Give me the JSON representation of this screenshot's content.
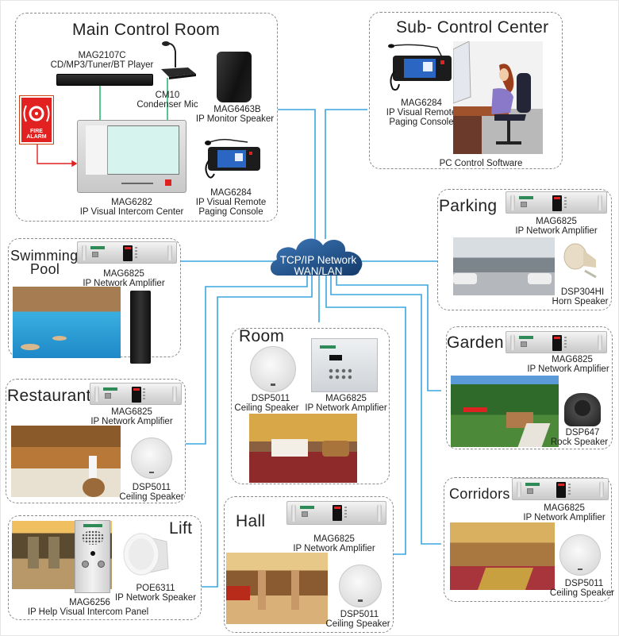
{
  "network": {
    "line1": "TCP/IP Network",
    "line2": "WAN/LAN",
    "cloud_color": "#1e4a80",
    "wire_color": "#3aa7e0",
    "green_wire_color": "#2eb872",
    "red_wire_color": "#e02020"
  },
  "zones": {
    "main": {
      "title": "Main Control Room",
      "player": {
        "model": "MAG2107C",
        "desc": "CD/MP3/Tuner/BT Player"
      },
      "mic": {
        "model": "CM10",
        "desc": "Condenser Mic"
      },
      "monitor": {
        "model": "MAG6463B",
        "desc": "IP Monitor Speaker"
      },
      "fire": {
        "line1": "FIRE",
        "line2": "ALARM"
      },
      "center": {
        "model": "MAG6282",
        "desc": "IP Visual Intercom Center"
      },
      "console": {
        "model": "MAG6284",
        "desc1": "IP Visual Remote",
        "desc2": "Paging Console"
      }
    },
    "sub": {
      "title": "Sub- Control Center",
      "console": {
        "model": "MAG6284",
        "desc1": "IP Visual Remote",
        "desc2": "Paging Console"
      },
      "software": "PC Control Software"
    },
    "parking": {
      "title": "Parking",
      "amp": {
        "model": "MAG6825",
        "desc": "IP Network Amplifier"
      },
      "speaker": {
        "model": "DSP304HI",
        "desc": "Horn Speaker"
      }
    },
    "pool": {
      "title1": "Swimming",
      "title2": "Pool",
      "amp": {
        "model": "MAG6825",
        "desc": "IP Network Amplifier"
      }
    },
    "room": {
      "title": "Room",
      "speaker": {
        "model": "DSP5011",
        "desc": "Ceiling Speaker"
      },
      "amp": {
        "model": "MAG6825",
        "desc": "IP Network Amplifier"
      }
    },
    "restaurant": {
      "title": "Restaurant",
      "amp": {
        "model": "MAG6825",
        "desc": "IP Network Amplifier"
      },
      "speaker": {
        "model": "DSP5011",
        "desc": "Ceiling Speaker"
      }
    },
    "garden": {
      "title": "Garden",
      "amp": {
        "model": "MAG6825",
        "desc": "IP Network Amplifier"
      },
      "speaker": {
        "model": "DSP647",
        "desc": "Rock  Speaker"
      }
    },
    "corridors": {
      "title": "Corridors",
      "amp": {
        "model": "MAG6825",
        "desc": "IP Network Amplifier"
      },
      "speaker": {
        "model": "DSP5011",
        "desc": "Ceiling Speaker"
      }
    },
    "lift": {
      "title": "Lift",
      "panel": {
        "model": "MAG6256",
        "desc": "IP Help Visual Intercom Panel"
      },
      "speaker": {
        "model": "POE6311",
        "desc": "IP Network Speaker"
      }
    },
    "hall": {
      "title": "Hall",
      "amp": {
        "model": "MAG6825",
        "desc": "IP Network Amplifier"
      },
      "speaker": {
        "model": "DSP5011",
        "desc": "Ceiling Speaker"
      }
    }
  }
}
